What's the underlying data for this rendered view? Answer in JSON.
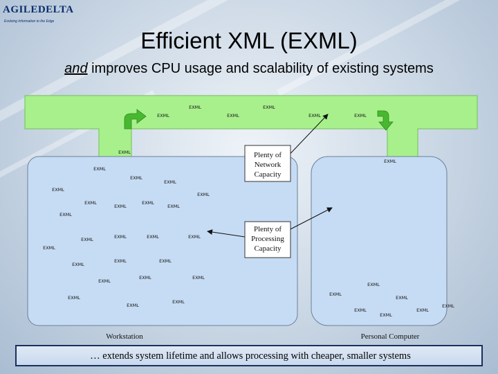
{
  "logo": {
    "brand": "AGILEDELTA",
    "tagline": "Evolving Information to the Edge"
  },
  "title": "Efficient XML (EXML)",
  "subtitle": {
    "lead": "and",
    "rest": " improves CPU usage and scalability of existing systems"
  },
  "diagram": {
    "node_label": "EXML",
    "network_label": [
      "Plenty of",
      "Network",
      "Capacity"
    ],
    "processing_label": [
      "Plenty of",
      "Processing",
      "Capacity"
    ],
    "workstation_label": "Workstation",
    "pc_label": "Personal Computer",
    "colors": {
      "bus": "#a8f08c",
      "bus_stroke": "#6fbf55",
      "container": "#c6dcf4",
      "container_stroke": "#6b7f99",
      "arrow": "#48b830"
    }
  },
  "footer": "… extends system lifetime and allows processing with cheaper, smaller systems"
}
